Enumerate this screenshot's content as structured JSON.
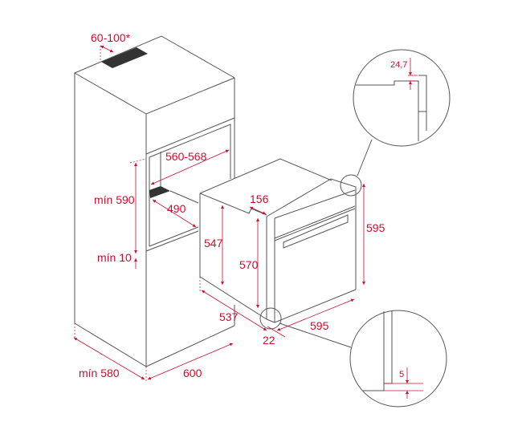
{
  "colors": {
    "dimension": "#c8102e",
    "outline": "#555555",
    "dark_panel": "#333333"
  },
  "dimensions": {
    "vent_gap": "60-100*",
    "niche_width": "560-568",
    "niche_height": "mín 590",
    "niche_depth": "490",
    "bottom_gap": "mín 10",
    "oven_body_height": "547",
    "oven_inner_height": "570",
    "oven_top_step": "156",
    "oven_front_height": "595",
    "oven_depth": "537",
    "oven_front_width": "595",
    "front_offset": "22",
    "cabinet_depth": "mín 580",
    "cabinet_width": "600",
    "detail_top": "24,7",
    "detail_bottom": "5"
  }
}
